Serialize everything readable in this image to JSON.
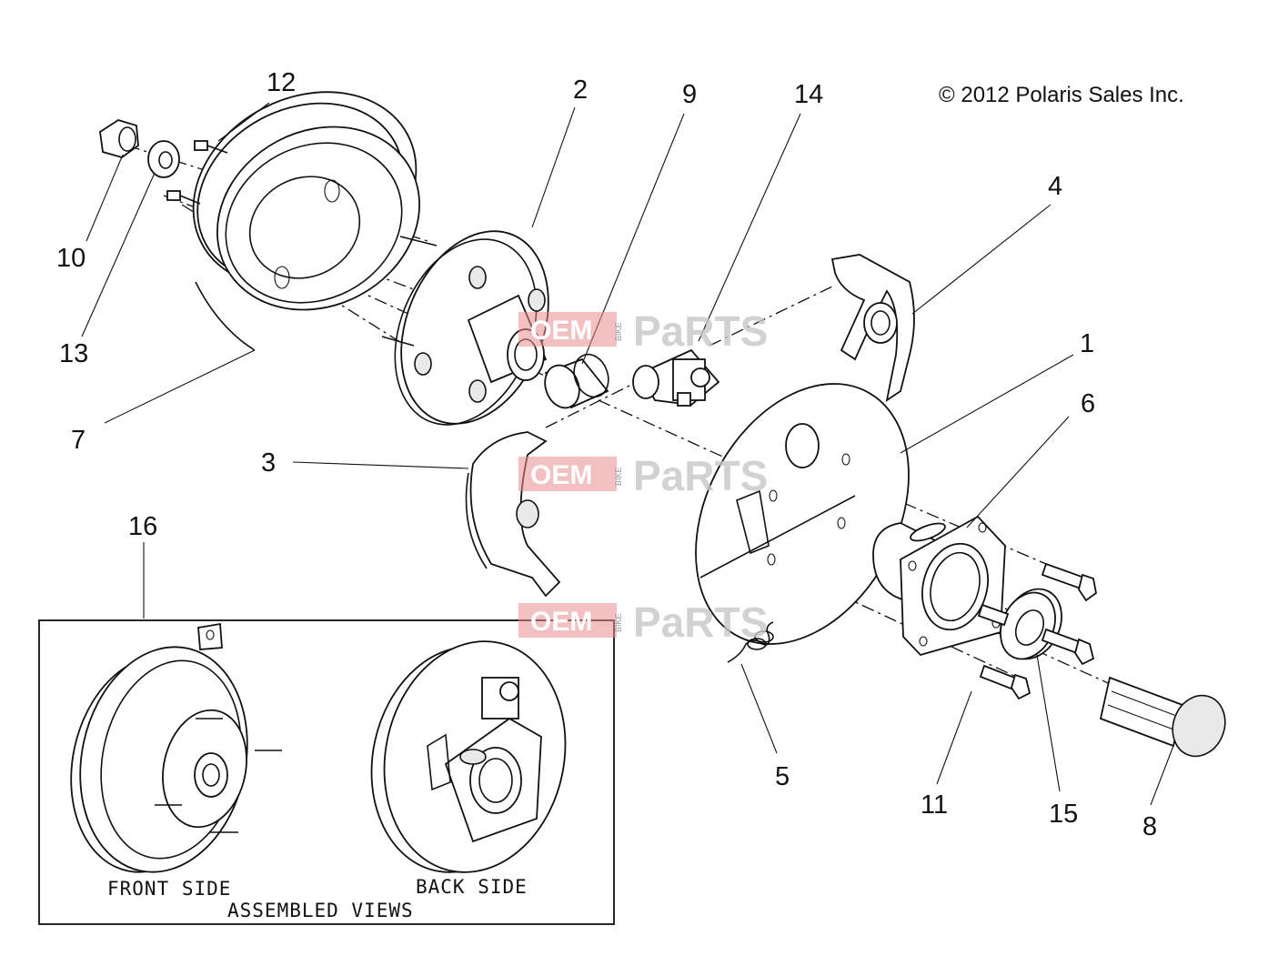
{
  "copyright": "© 2012 Polaris Sales Inc.",
  "callouts": {
    "c1": "1",
    "c2": "2",
    "c3": "3",
    "c4": "4",
    "c5": "5",
    "c6": "6",
    "c7": "7",
    "c8": "8",
    "c9": "9",
    "c10": "10",
    "c11": "11",
    "c12": "12",
    "c13": "13",
    "c14": "14",
    "c15": "15",
    "c16": "16"
  },
  "inset": {
    "front_label": "FRONT SIDE",
    "back_label": "BACK SIDE",
    "title": "ASSEMBLED VIEWS"
  },
  "watermark": {
    "brand_a": "OEM",
    "brand_b": "BIKE",
    "brand_c": "PaRTS"
  }
}
